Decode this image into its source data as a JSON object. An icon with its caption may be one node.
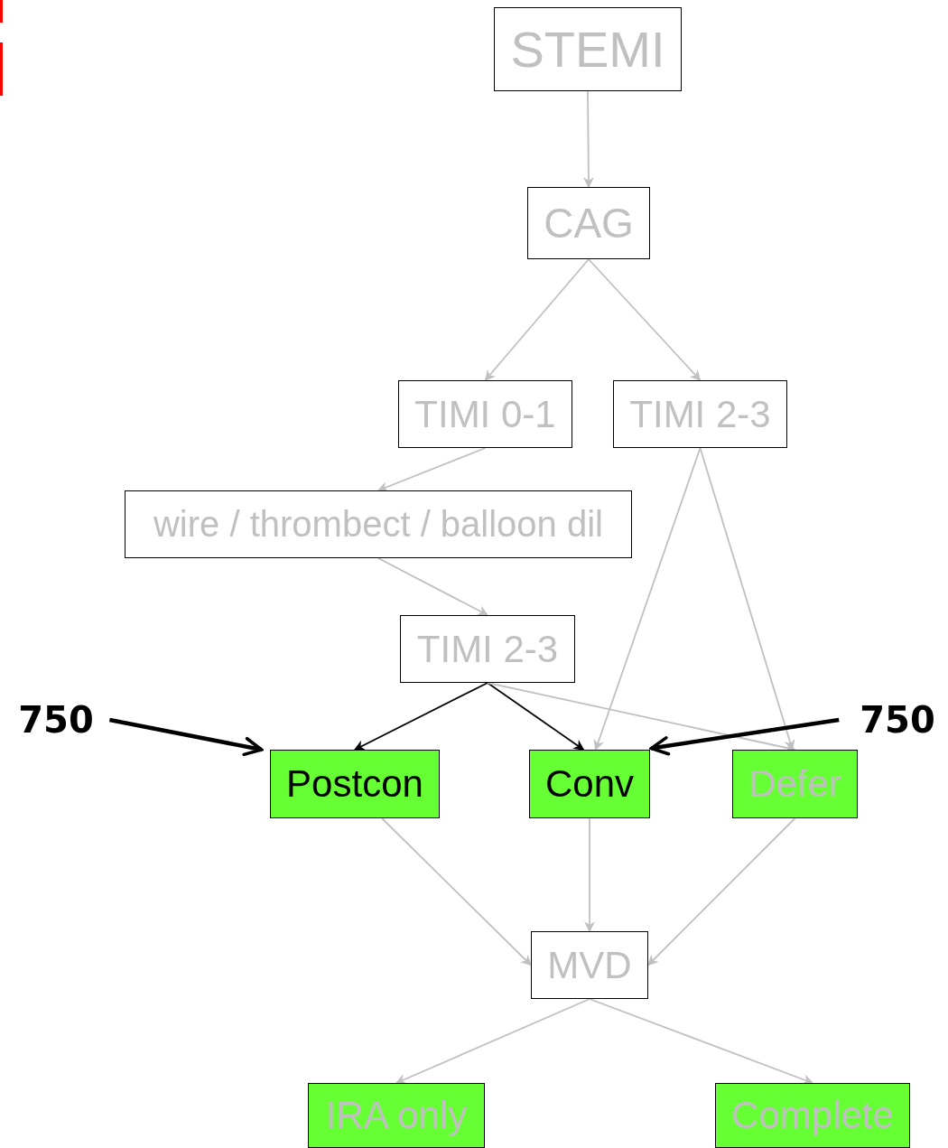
{
  "diagram": {
    "nodes": [
      {
        "text": [
          "STEMI"
        ]
      },
      {
        "text": [
          "CAG"
        ]
      },
      {
        "text": [
          "TIMI 0-1"
        ]
      },
      {
        "text": [
          "TIMI 2-3"
        ]
      },
      {
        "text": [
          "wire / thrombect / balloon dil"
        ]
      },
      {
        "text": [
          "TIMI 2-3"
        ]
      },
      {
        "text": [
          "750"
        ]
      },
      {
        "text": [
          "Postcon"
        ]
      },
      {
        "text": [
          "Conv"
        ]
      },
      {
        "text": [
          "Defer"
        ]
      },
      {
        "text": [
          "750"
        ]
      },
      {
        "text": [
          "MVD"
        ]
      },
      {
        "text": [
          "IRA only"
        ]
      },
      {
        "text": [
          "Complete"
        ]
      }
    ],
    "edges": [
      {
        "from": 0,
        "to": 1,
        "arrow": "to"
      },
      {
        "from": 1,
        "to": 2,
        "arrow": "to"
      },
      {
        "from": 1,
        "to": 3,
        "arrow": "to"
      },
      {
        "from": 2,
        "to": 4,
        "arrow": "to"
      },
      {
        "from": 4,
        "to": 5,
        "arrow": "to"
      },
      {
        "from": 3,
        "to": 8,
        "arrow": "to"
      },
      {
        "from": 3,
        "to": 9,
        "arrow": "to"
      },
      {
        "from": 5,
        "to": 7,
        "arrow": "to",
        "color": "#000000"
      },
      {
        "from": 5,
        "to": 8,
        "arrow": "to",
        "color": "#000000"
      },
      {
        "from": 5,
        "to": 9,
        "arrow": "to"
      },
      {
        "from": 6,
        "to": 7,
        "arrow": "to",
        "style": "thick",
        "color": "#000000"
      },
      {
        "from": 10,
        "to": 8,
        "arrow": "to",
        "style": "thick",
        "color": "#000000"
      },
      {
        "from": 7,
        "to": 11,
        "arrow": "to"
      },
      {
        "from": 8,
        "to": 11,
        "arrow": "to"
      },
      {
        "from": 9,
        "to": 11,
        "arrow": "to"
      },
      {
        "from": 11,
        "to": 12,
        "arrow": "to"
      },
      {
        "from": 11,
        "to": 13,
        "arrow": "to"
      }
    ]
  }
}
